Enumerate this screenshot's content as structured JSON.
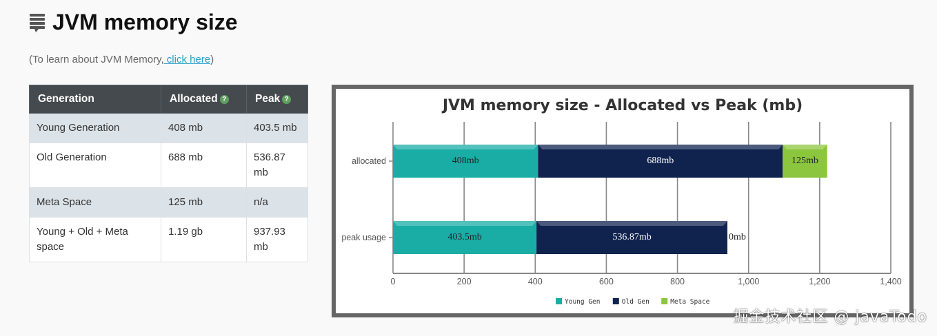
{
  "header": {
    "title": "JVM memory size",
    "icon": "document-lines-icon"
  },
  "learn": {
    "prefix": "(To learn about JVM Memory,",
    "link_text": " click here",
    "suffix": ")"
  },
  "table": {
    "headers": [
      "Generation",
      "Allocated",
      "Peak"
    ],
    "rows": [
      [
        "Young Generation",
        "408 mb",
        "403.5 mb"
      ],
      [
        "Old Generation",
        "688 mb",
        "536.87 mb"
      ],
      [
        "Meta Space",
        "125 mb",
        "n/a"
      ],
      [
        "Young + Old + Meta space",
        "1.19 gb",
        "937.93 mb"
      ]
    ]
  },
  "chart_data": {
    "type": "bar",
    "orientation": "horizontal",
    "stacked": true,
    "title": "JVM memory size - Allocated vs Peak (mb)",
    "categories": [
      "allocated",
      "peak usage"
    ],
    "series": [
      {
        "name": "Young Gen",
        "color": "#1aada6",
        "values": [
          408,
          403.5
        ],
        "labels": [
          "408mb",
          "403.5mb"
        ]
      },
      {
        "name": "Old Gen",
        "color": "#10234f",
        "values": [
          688,
          536.87
        ],
        "labels": [
          "688mb",
          "536.87mb"
        ]
      },
      {
        "name": "Meta Space",
        "color": "#8cc63e",
        "values": [
          125,
          0
        ],
        "labels": [
          "125mb",
          "0mb"
        ]
      }
    ],
    "xlim": [
      0,
      1400
    ],
    "xticks": [
      0,
      200,
      400,
      600,
      800,
      1000,
      1200,
      1400
    ],
    "xtick_labels": [
      "0",
      "200",
      "400",
      "600",
      "800",
      "1,000",
      "1,200",
      "1,400"
    ],
    "grid": true,
    "legend_position": "bottom"
  },
  "watermark": "掘金技术社区 @ javaTodo"
}
